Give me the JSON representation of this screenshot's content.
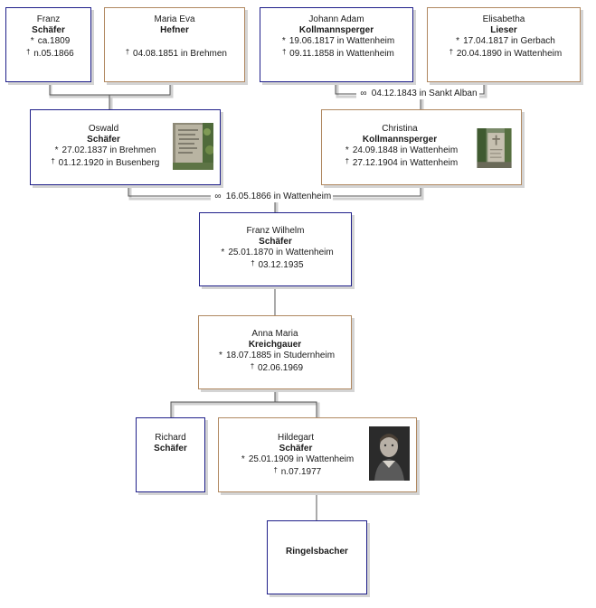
{
  "persons": {
    "franz_sr": {
      "given": "Franz",
      "surname": "Schäfer",
      "birth": "ca.1809",
      "death": "n.05.1866"
    },
    "maria_eva": {
      "given": "Maria Eva",
      "surname": "Hefner",
      "death": "04.08.1851 in Brehmen"
    },
    "johann_adam": {
      "given": "Johann Adam",
      "surname": "Kollmannsperger",
      "birth": "19.06.1817 in Wattenheim",
      "death": "09.11.1858 in Wattenheim"
    },
    "elisabetha": {
      "given": "Elisabetha",
      "surname": "Lieser",
      "birth": "17.04.1817 in Gerbach",
      "death": "20.04.1890 in Wattenheim"
    },
    "oswald": {
      "given": "Oswald",
      "surname": "Schäfer",
      "birth": "27.02.1837 in Brehmen",
      "death": "01.12.1920 in Busenberg"
    },
    "christina": {
      "given": "Christina",
      "surname": "Kollmannsperger",
      "birth": "24.09.1848 in Wattenheim",
      "death": "27.12.1904 in Wattenheim"
    },
    "franz_wilhelm": {
      "given": "Franz Wilhelm",
      "surname": "Schäfer",
      "birth": "25.01.1870 in Wattenheim",
      "death": "03.12.1935"
    },
    "anna_maria": {
      "given": "Anna Maria",
      "surname": "Kreichgauer",
      "birth": "18.07.1885 in Studernheim",
      "death": "02.06.1969"
    },
    "richard": {
      "given": "Richard",
      "surname": "Schäfer"
    },
    "hildegart": {
      "given": "Hildegart",
      "surname": "Schäfer",
      "birth": "25.01.1909 in Wattenheim",
      "death": "n.07.1977"
    },
    "ringelsbacher": {
      "surname": "Ringelsbacher"
    }
  },
  "marriages": {
    "johann_elisabetha": "04.12.1843 in Sankt Alban",
    "oswald_christina": "16.05.1866 in Wattenheim"
  },
  "symbols": {
    "birth": "*",
    "death": "†",
    "marriage": "∞"
  },
  "colors": {
    "male_border": "#1f1f8a",
    "female_border": "#b08860",
    "connector": "#555555"
  }
}
